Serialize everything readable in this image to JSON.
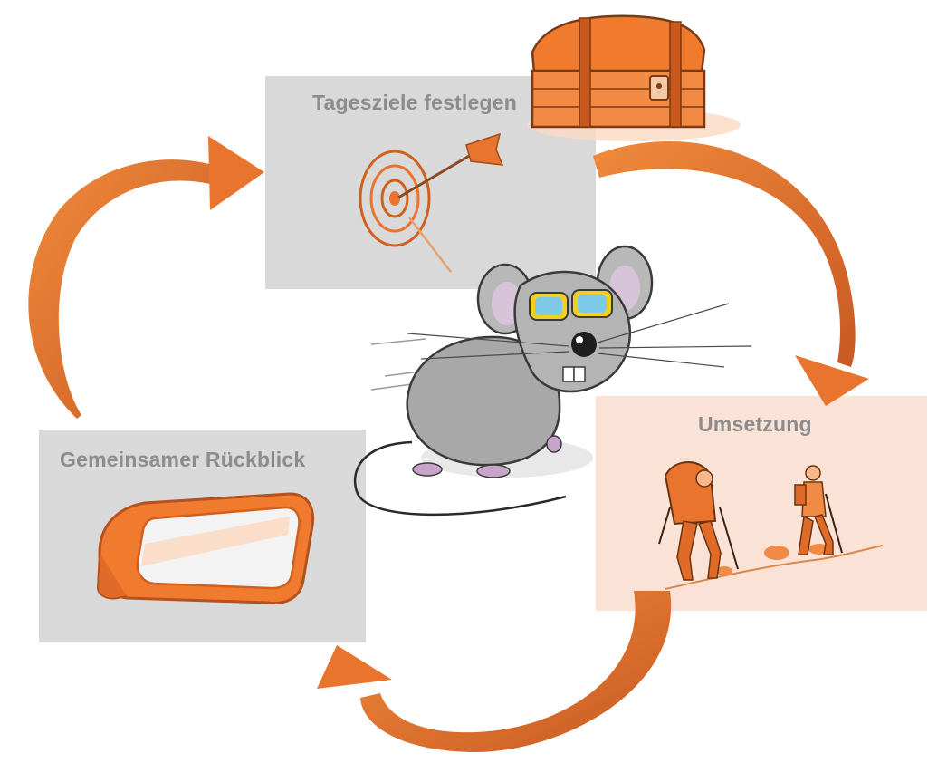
{
  "diagram": {
    "steps": [
      {
        "label": "Tagesziele festlegen",
        "illustration": "dart-target-icon"
      },
      {
        "label": "Umsetzung",
        "illustration": "hikers-icon"
      },
      {
        "label": "Gemeinsamer Rückblick",
        "illustration": "side-mirror-icon"
      }
    ],
    "center_illustration": "mouse-with-goggles",
    "corner_illustration": "treasure-chest-icon",
    "colors": {
      "arrow": "#e8742e",
      "arrow_dark": "#b4521f",
      "accent_orange": "#f07a2e",
      "box_gray": "#d9d9d9",
      "box_peach": "#fae3d6",
      "label_gray": "#8c8c8c"
    }
  }
}
